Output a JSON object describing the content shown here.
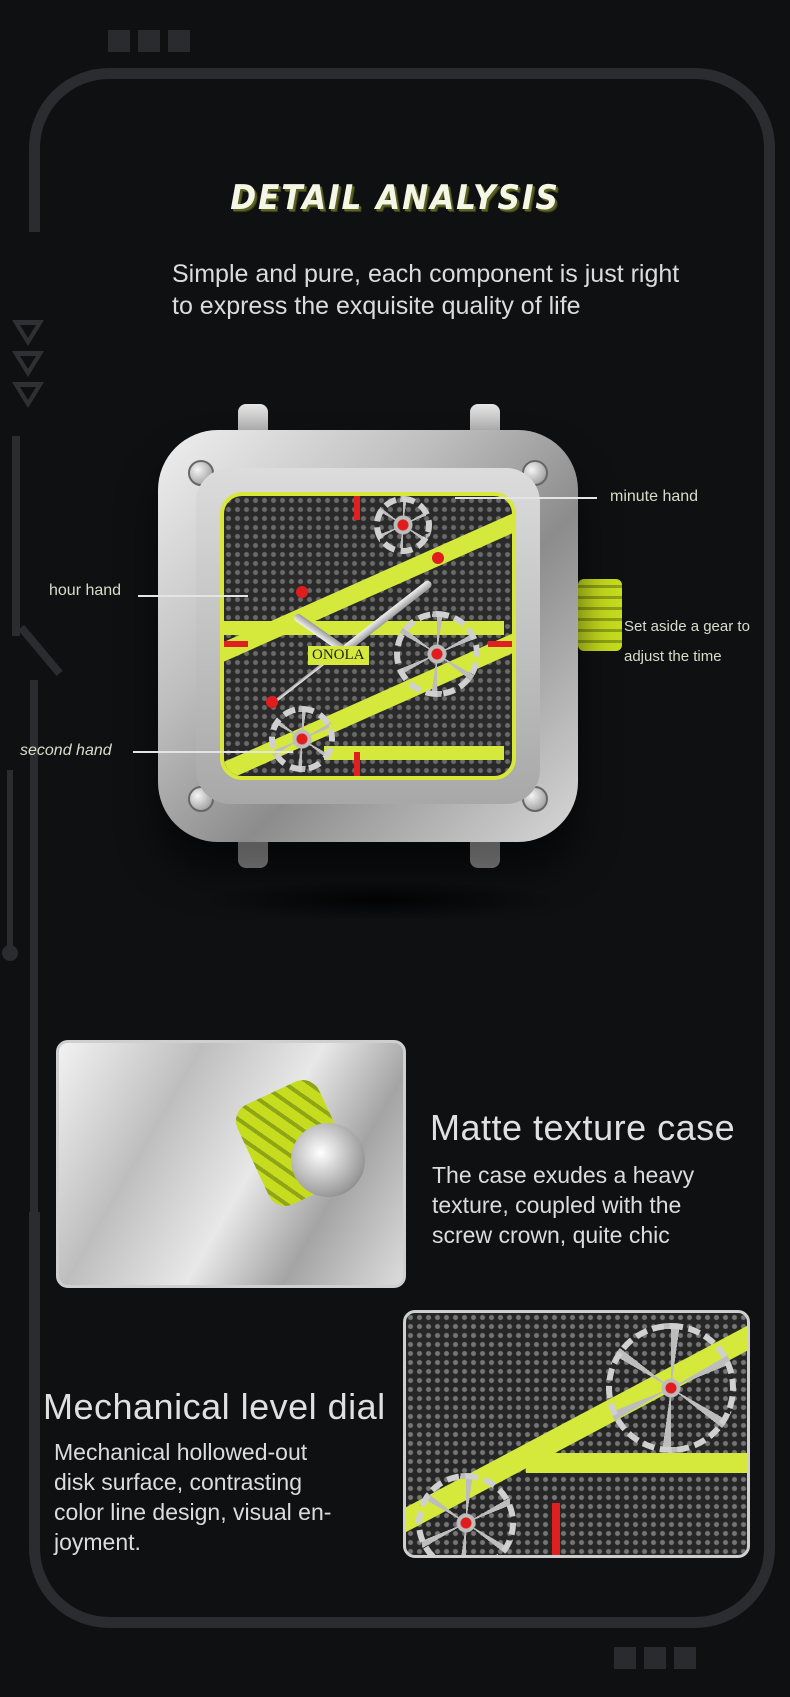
{
  "header": {
    "title": "DETAIL ANALYSIS",
    "subtitle_line1": "Simple and pure, each component is just right",
    "subtitle_line2": "to express the exquisite quality of life"
  },
  "watch": {
    "brand": "ONOLA",
    "annotations": {
      "minute_hand": "minute hand",
      "hour_hand": "hour hand",
      "second_hand": "second hand",
      "crown_line1": "Set aside a gear to",
      "crown_line2": "adjust the time"
    }
  },
  "features": [
    {
      "title": "Matte texture case",
      "lines": [
        "The case exudes a heavy",
        "texture, coupled with the",
        "screw crown, quite chic"
      ]
    },
    {
      "title": "Mechanical level dial",
      "lines": [
        "Mechanical hollowed-out",
        "disk surface, contrasting",
        "color line design, visual en-",
        "joyment."
      ]
    }
  ],
  "colors": {
    "background": "#0f1012",
    "frame": "#2b2c2f",
    "accent_lime": "#d4e93b",
    "accent_red": "#e01c1c",
    "text": "#dcdcdc"
  }
}
